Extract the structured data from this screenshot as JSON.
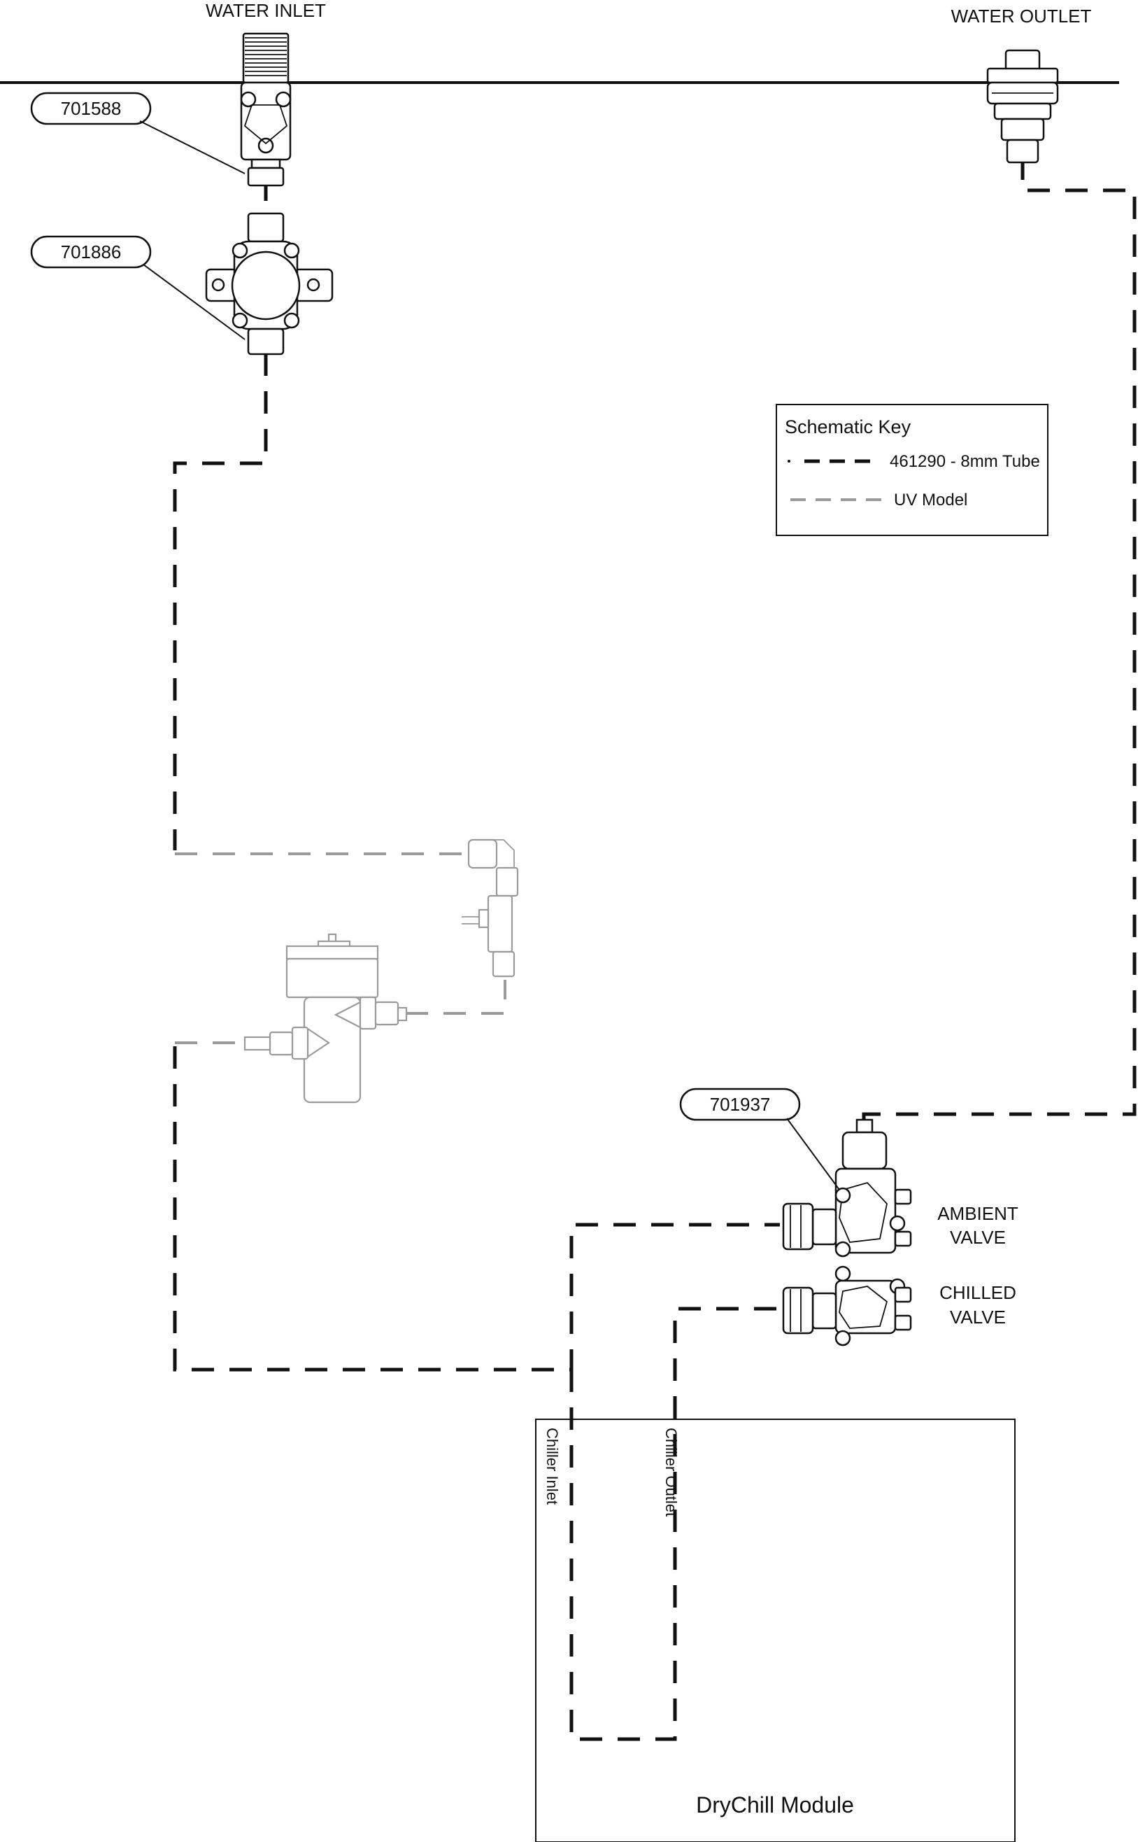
{
  "labels": {
    "water_inlet": "WATER INLET",
    "water_outlet": "WATER OUTLET",
    "ambient_valve_line1": "AMBIENT",
    "ambient_valve_line2": "VALVE",
    "chilled_valve_line1": "CHILLED",
    "chilled_valve_line2": "VALVE",
    "chiller_inlet": "Chiller Inlet",
    "chiller_outlet": "Chiller Outlet",
    "module": "DryChill Module"
  },
  "part_numbers": {
    "inlet_valve": "701588",
    "filter_head": "701886",
    "dispense_valves": "701937"
  },
  "key": {
    "title": "Schematic Key",
    "tube": "461290 - 8mm Tube",
    "uv": "UV Model"
  },
  "colors": {
    "tube_line": "#111111",
    "uv_line": "#9a9a9a"
  }
}
